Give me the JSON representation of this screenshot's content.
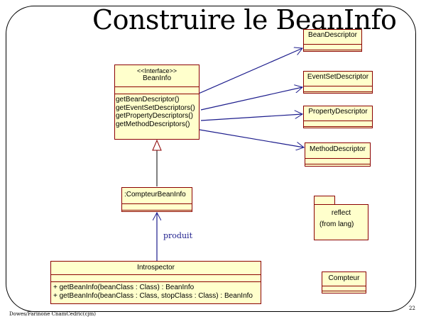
{
  "slide": {
    "title": "Construire le BeanInfo",
    "footer_left": "Dowes/Farinone CnamCedric(cjm)",
    "page_number": "22",
    "produit_label": "produit"
  },
  "beaninfo": {
    "stereotype": "<<Interface>>",
    "name": "BeanInfo",
    "methods": [
      "getBeanDescriptor()",
      "getEventSetDescriptors()",
      "getPropertyDescriptors()",
      "getMethodDescriptors()"
    ]
  },
  "descriptors": {
    "bean": "BeanDescriptor",
    "eventset": "EventSetDescriptor",
    "property": "PropertyDescriptor",
    "method": "MethodDescriptor"
  },
  "compteur_beaninfo": {
    "name": ":CompteurBeanInfo"
  },
  "introspector": {
    "name": "Introspector",
    "methods": [
      "+ getBeanInfo(beanClass : Class) : BeanInfo",
      "+ getBeanInfo(beanClass : Class, stopClass : Class) : BeanInfo"
    ]
  },
  "reflect_pkg": {
    "name": "reflect",
    "from": "(from lang)"
  },
  "compteur": {
    "name": "Compteur"
  },
  "colors": {
    "fill": "#ffffcc",
    "border": "#8b0000",
    "link": "#1c1c8c"
  }
}
